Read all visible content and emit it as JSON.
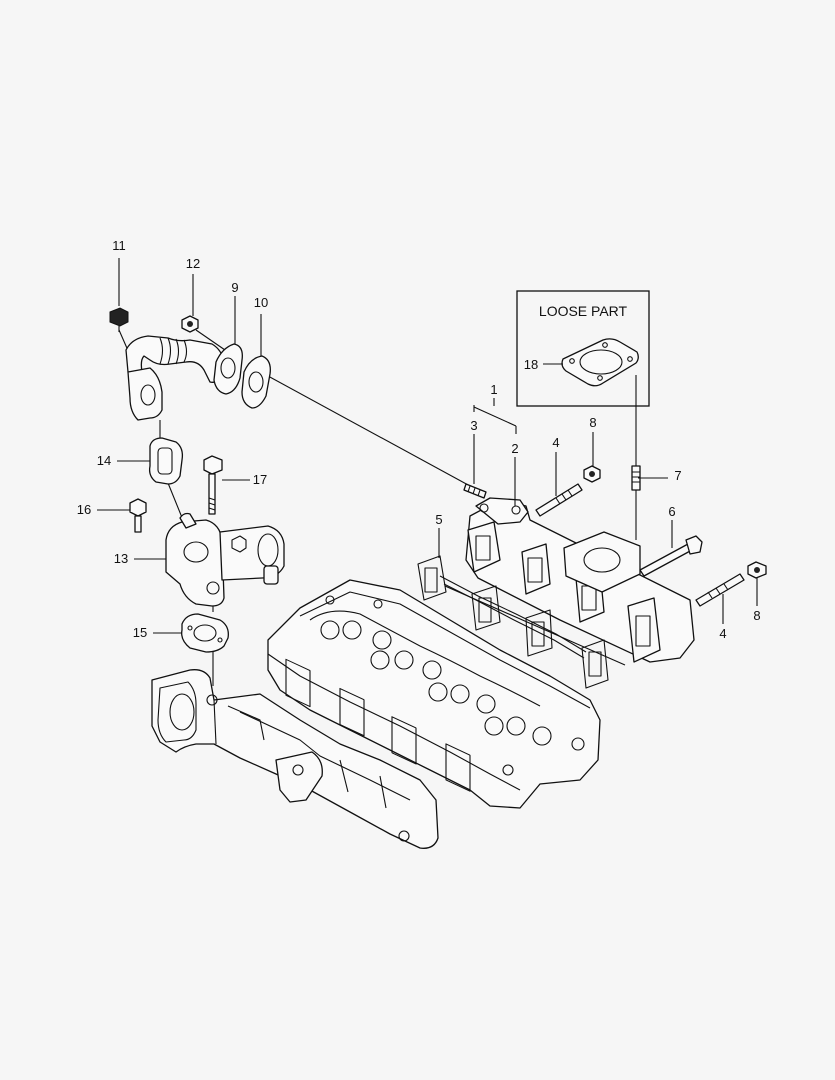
{
  "loose_part_box": {
    "title": "LOOSE PART"
  },
  "callouts": {
    "c1": "1",
    "c2": "2",
    "c3": "3",
    "c4a": "4",
    "c4b": "4",
    "c5": "5",
    "c6": "6",
    "c7": "7",
    "c8a": "8",
    "c8b": "8",
    "c9": "9",
    "c10": "10",
    "c11": "11",
    "c12": "12",
    "c13": "13",
    "c14": "14",
    "c15": "15",
    "c16": "16",
    "c17": "17",
    "c18": "18"
  }
}
